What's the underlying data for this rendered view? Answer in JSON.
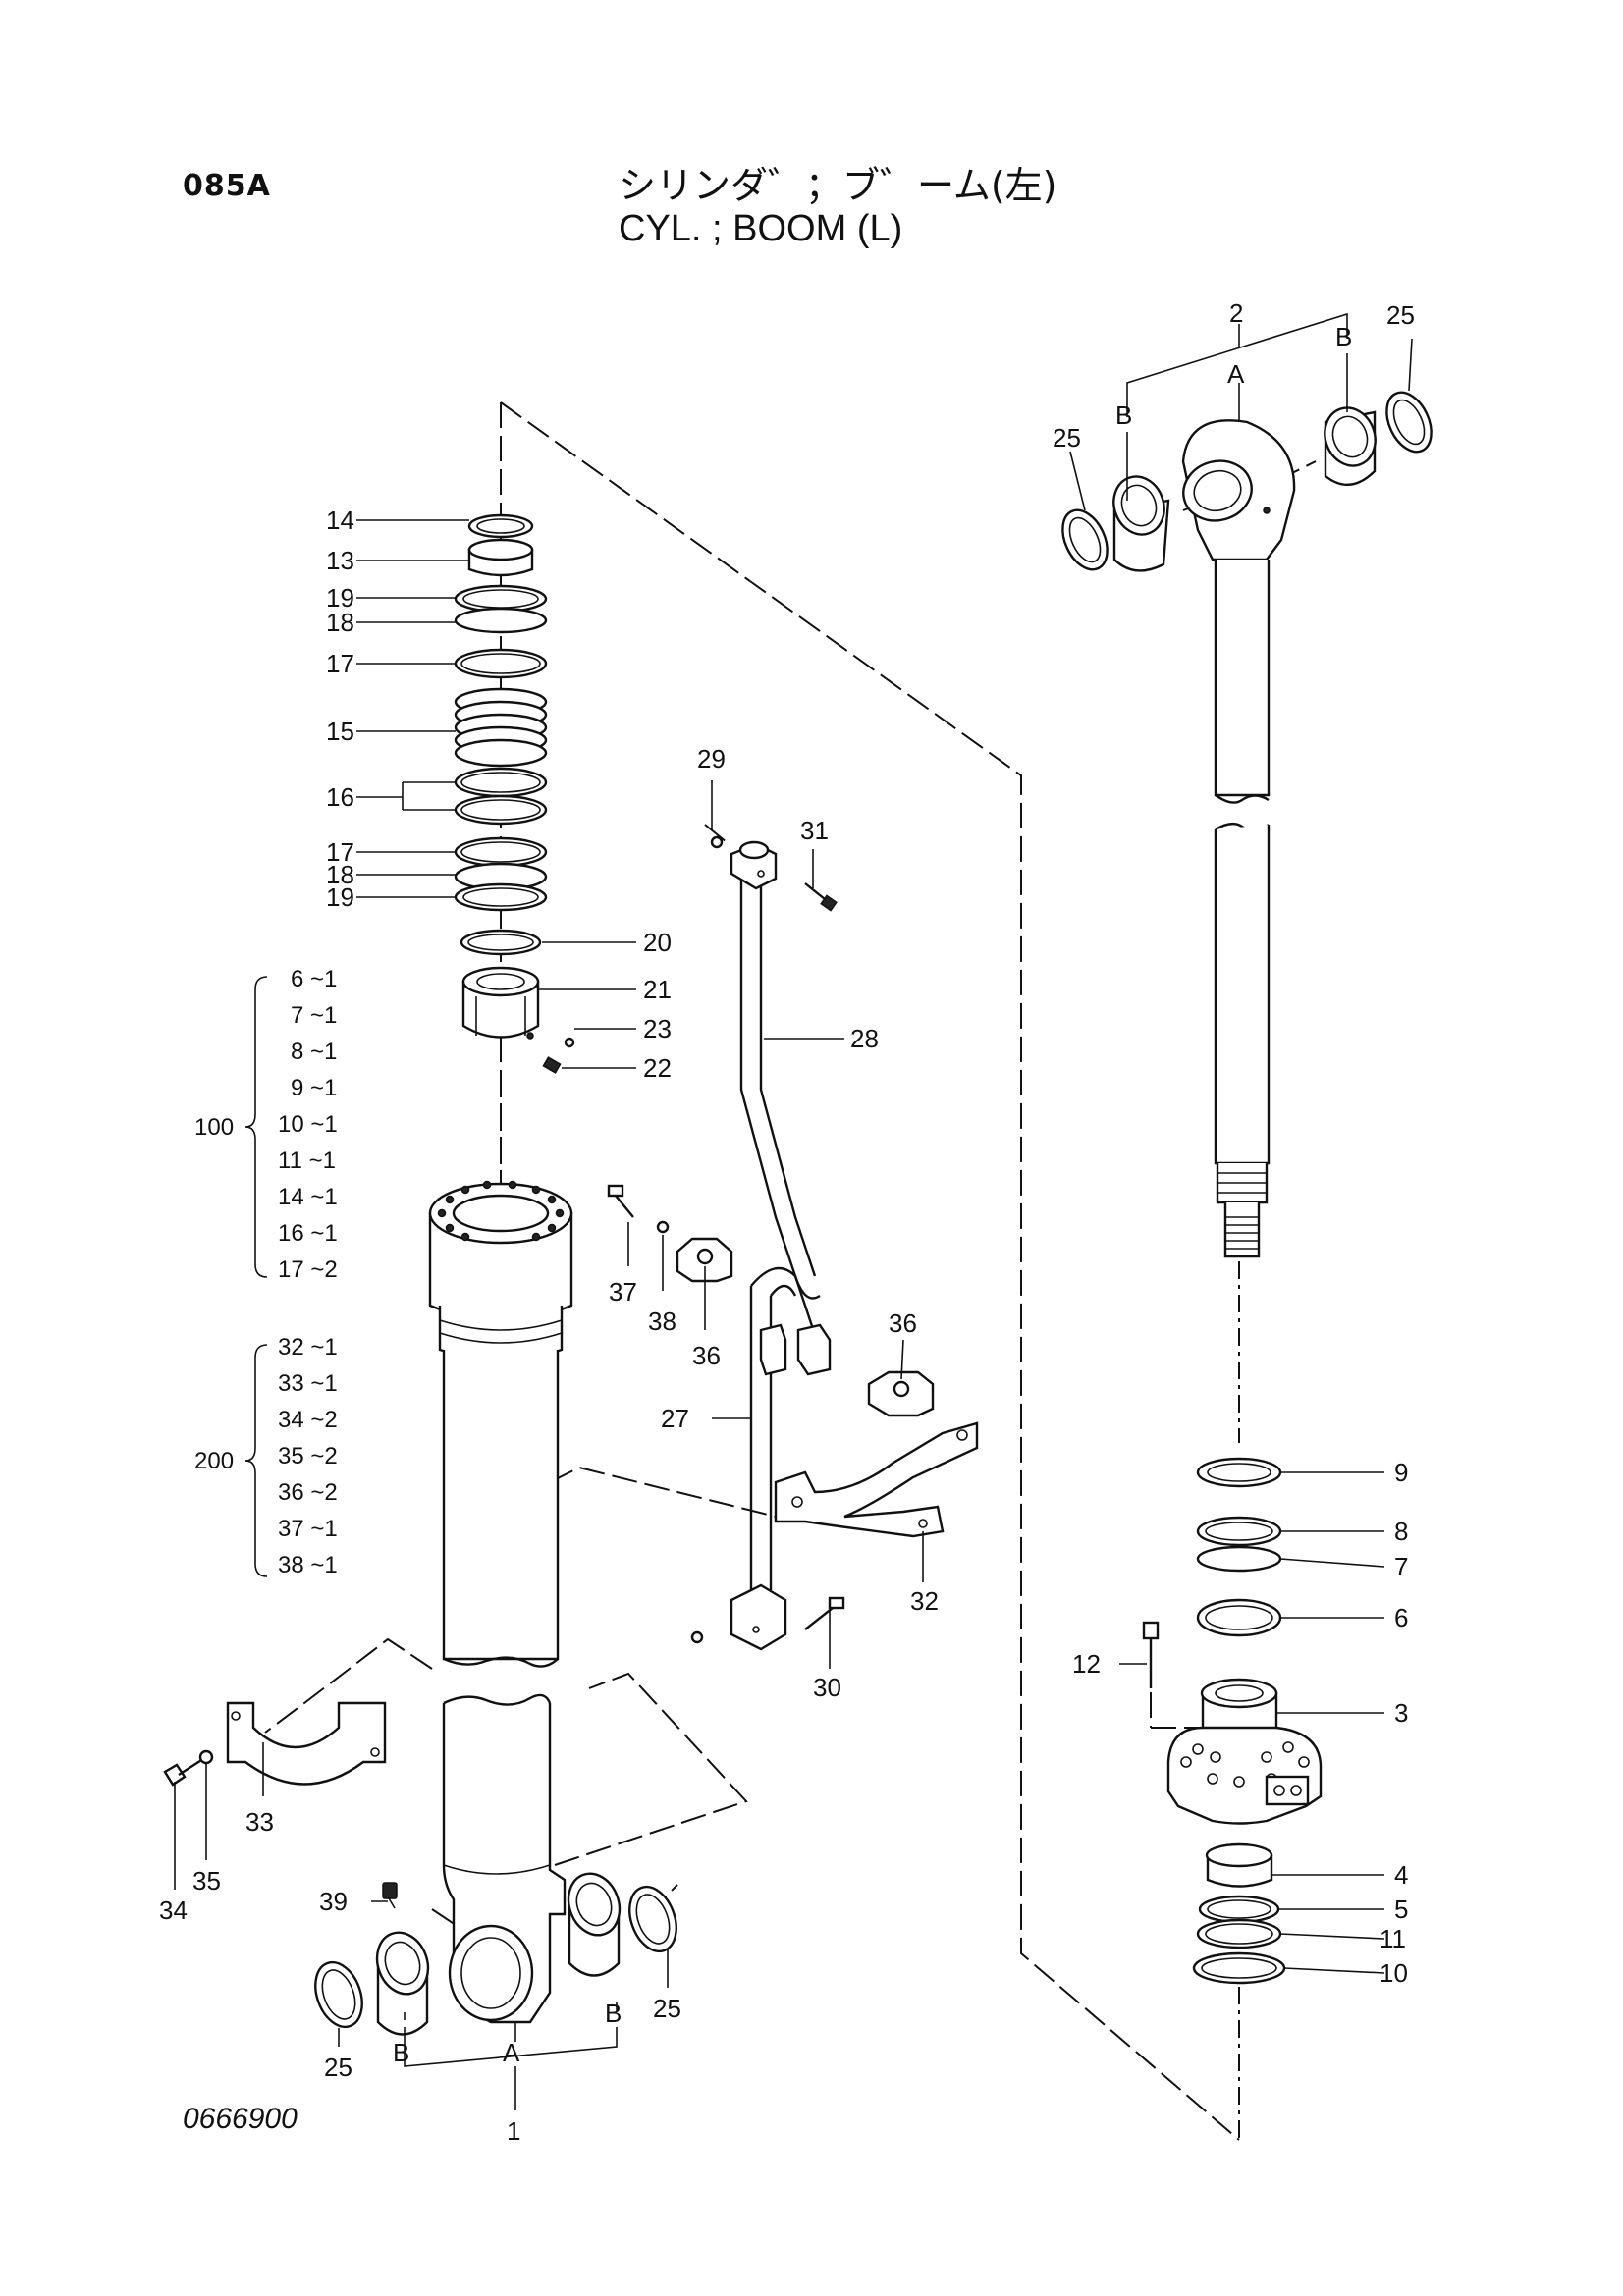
{
  "header": {
    "code": "085A",
    "title_jp": "シリンダ゛；ブ゛ーム(左)",
    "title_en": "CYL. ; BOOM (L)"
  },
  "footer": {
    "ref": "0666900"
  },
  "callouts": {
    "n1": "1",
    "n2": "2",
    "n3": "3",
    "n4": "4",
    "n5": "5",
    "n6": "6",
    "n7": "7",
    "n8": "8",
    "n9": "9",
    "n10": "10",
    "n11": "11",
    "n12": "12",
    "n13": "13",
    "n14": "14",
    "n15": "15",
    "n16": "16",
    "n17a": "17",
    "n17b": "17",
    "n18a": "18",
    "n18b": "18",
    "n19a": "19",
    "n19b": "19",
    "n20": "20",
    "n21": "21",
    "n22": "22",
    "n23": "23",
    "n25a": "25",
    "n25b": "25",
    "n25c": "25",
    "n25d": "25",
    "n27": "27",
    "n28": "28",
    "n29": "29",
    "n30": "30",
    "n31": "31",
    "n32": "32",
    "n33": "33",
    "n34": "34",
    "n35": "35",
    "n36a": "36",
    "n36b": "36",
    "n37": "37",
    "n38": "38",
    "n39": "39",
    "A_top": "A",
    "B_top_l": "B",
    "B_top_r": "B",
    "A_bot": "A",
    "B_bot_l": "B",
    "B_bot_r": "B"
  },
  "kit100": {
    "label": "100",
    "items": [
      "6 ~1",
      "7 ~1",
      "8 ~1",
      "9 ~1",
      "10 ~1",
      "11 ~1",
      "14 ~1",
      "16 ~1",
      "17 ~2"
    ]
  },
  "kit200": {
    "label": "200",
    "items": [
      "32 ~1",
      "33 ~1",
      "34 ~2",
      "35 ~2",
      "36 ~2",
      "37 ~1",
      "38 ~1"
    ]
  }
}
